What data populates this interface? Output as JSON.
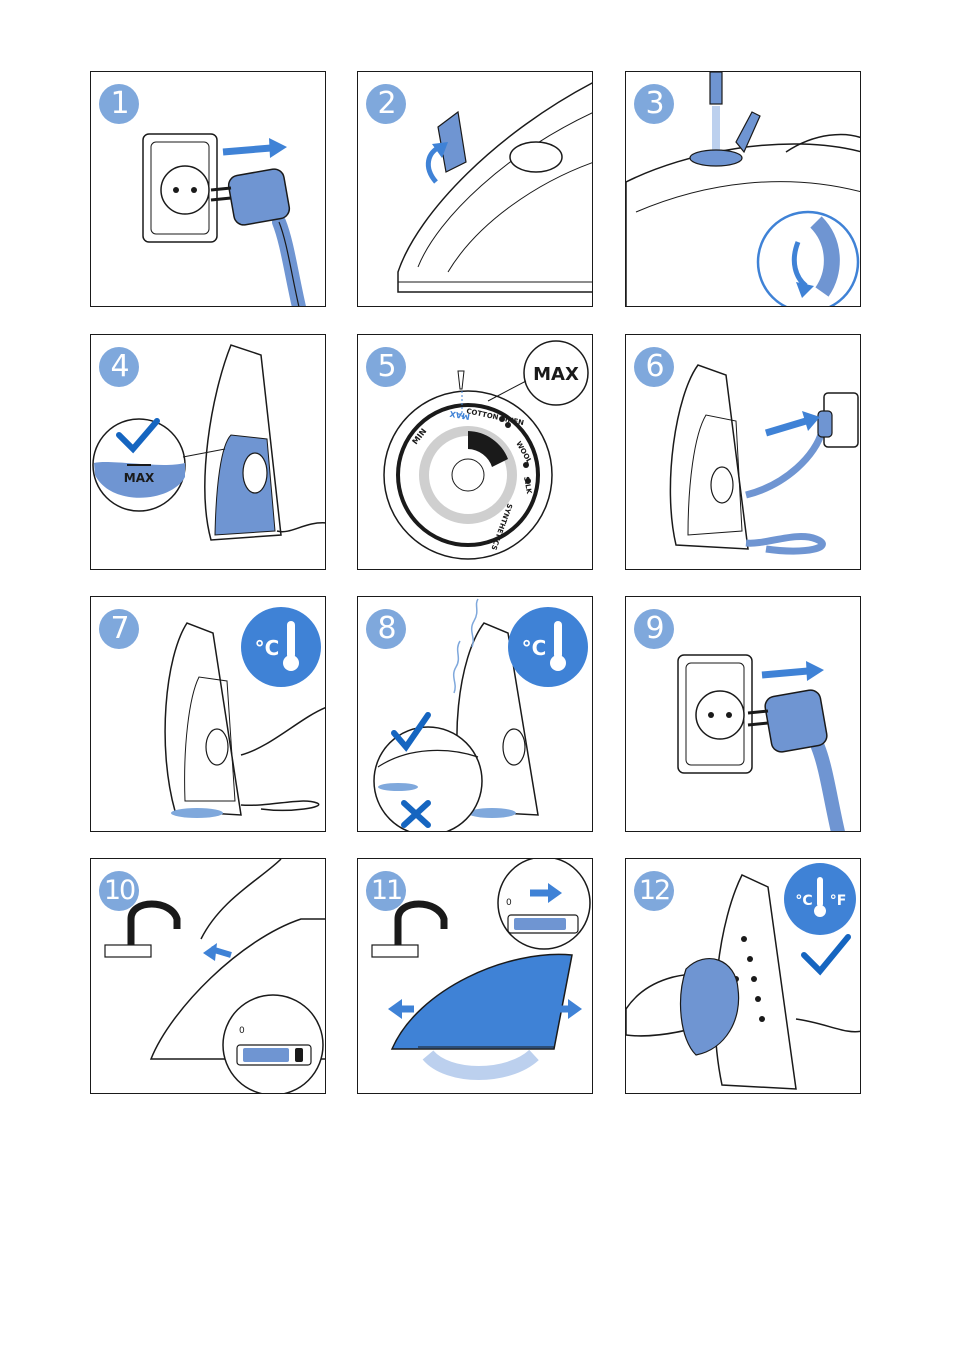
{
  "colors": {
    "accent": "#3f82d6",
    "accent_light": "#7fa8dc",
    "water": "#6f95d2",
    "dark_blue": "#1565c0",
    "line": "#1a1a1a"
  },
  "panels": [
    {
      "number": "1",
      "icon": "unplug-icon"
    },
    {
      "number": "2",
      "icon": "open-lid-icon"
    },
    {
      "number": "3",
      "icon": "fill-water-icon"
    },
    {
      "number": "4",
      "icon": "water-max-icon",
      "max_label": "MAX"
    },
    {
      "number": "5",
      "icon": "temperature-dial-icon",
      "max_label": "MAX",
      "dial": {
        "max": "MAX",
        "cotton_linen": "COTTON LINEN",
        "wool": "WOOL",
        "silk": "SILK",
        "synthetics": "SYNTHETICS",
        "min": "MIN"
      }
    },
    {
      "number": "6",
      "icon": "plug-in-icon"
    },
    {
      "number": "7",
      "icon": "thermometer-icon",
      "temp_label": "°C"
    },
    {
      "number": "8",
      "icon": "thermometer-icon",
      "temp_label": "°C"
    },
    {
      "number": "9",
      "icon": "unplug-icon"
    },
    {
      "number": "10",
      "icon": "fill-tap-icon",
      "slider_zero": "0"
    },
    {
      "number": "11",
      "icon": "steam-shake-icon",
      "slider_zero": "0"
    },
    {
      "number": "12",
      "icon": "clean-iron-icon",
      "temp_c": "°C",
      "temp_f": "°F"
    }
  ]
}
